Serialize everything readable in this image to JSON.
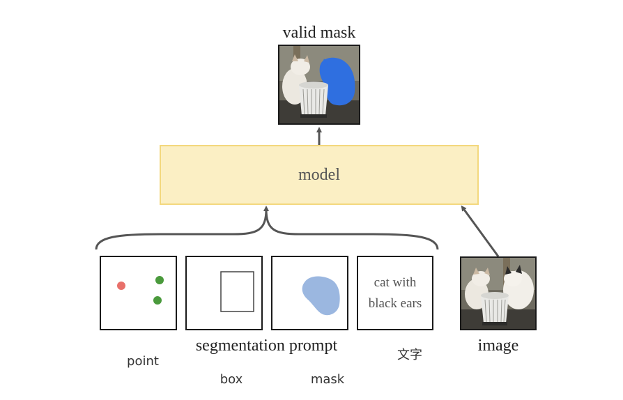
{
  "output": {
    "title": "valid mask",
    "image_icon": "cat-photo-with-blue-mask"
  },
  "model": {
    "label": "model"
  },
  "prompts": {
    "group_label": "segmentation prompt",
    "point": {
      "caption": "point"
    },
    "box": {
      "caption": "box"
    },
    "mask": {
      "caption": "mask"
    },
    "text": {
      "line1": "cat with",
      "line2": "black ears",
      "caption": "文字"
    }
  },
  "input": {
    "label": "image",
    "image_icon": "cat-photo"
  },
  "colors": {
    "model_fill": "#fbefc4",
    "model_border": "#f3d87e",
    "point_red": "#e8706a",
    "point_green": "#4a9a3c",
    "mask_blue": "#9bb7e0",
    "output_mask_blue": "#2f6fe0",
    "connector": "#555555"
  }
}
